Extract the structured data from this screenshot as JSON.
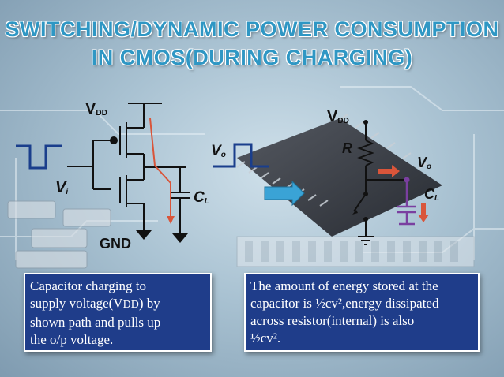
{
  "title": {
    "line1": "SWITCHING/DYNAMIC POWER CONSUMPTION",
    "line2": "IN CMOS(DURING CHARGING)"
  },
  "left_circuit": {
    "vdd_main": "V",
    "vdd_sub": "DD",
    "vi_main": "V",
    "vi_sub": "i",
    "vo_main": "V",
    "vo_sub": "o",
    "cl_main": "C",
    "cl_sub": "L",
    "gnd": "GND"
  },
  "right_circuit": {
    "vdd_main": "V",
    "vdd_sub": "DD",
    "r": "R",
    "vo_main": "V",
    "vo_sub": "o",
    "cl_main": "C",
    "cl_sub": "L"
  },
  "left_text": {
    "line1": "Capacitor charging to",
    "line2_pre": "supply voltage(V",
    "line2_sub": "DD",
    "line2_post": ") by",
    "line3": "shown path and pulls up",
    "line4": "the o/p voltage."
  },
  "right_text": {
    "line1": "The amount of energy stored at the",
    "line2": "capacitor is ½cv²,energy dissipated",
    "line3": "across resistor(internal) is also",
    "line4": "½cv²."
  },
  "colors": {
    "title": "#2f97c4",
    "box_fill": "#1f3d8a",
    "current_arrow": "#d9553a",
    "capacitor_right": "#7a3fa0",
    "waveform": "#1a3e8c",
    "transition_arrow": "#3aa3d6"
  }
}
